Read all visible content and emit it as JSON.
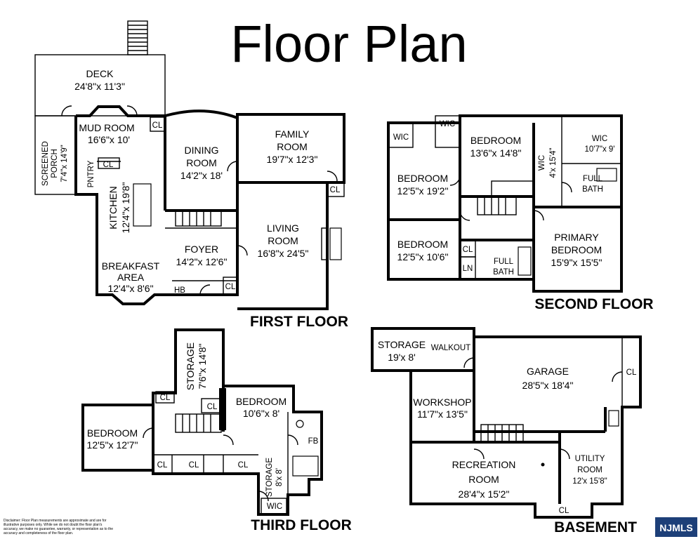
{
  "title": "Floor Plan",
  "floors": {
    "first": {
      "name": "FIRST FLOOR",
      "rooms": [
        {
          "name": "DECK",
          "dims": "24'8\"x 11'3\""
        },
        {
          "name": "MUD ROOM",
          "dims": "16'6\"x 10'"
        },
        {
          "name": "DINING ROOM",
          "dims": "14'2\"x 18'"
        },
        {
          "name": "FAMILY ROOM",
          "dims": "19'7\"x 12'3\""
        },
        {
          "name": "SCREENED PORCH",
          "dims": "7'4\"x 14'9\""
        },
        {
          "name": "PNTRY",
          "dims": ""
        },
        {
          "name": "KITCHEN",
          "dims": "12'4\"x 19'8\""
        },
        {
          "name": "LIVING ROOM",
          "dims": "16'8\"x 24'5\""
        },
        {
          "name": "FOYER",
          "dims": "14'2\"x 12'6\""
        },
        {
          "name": "BREAKFAST AREA",
          "dims": "12'4\"x 8'6\""
        }
      ],
      "tags": [
        "CL",
        "CL",
        "CL",
        "CL",
        "HB"
      ]
    },
    "second": {
      "name": "SECOND FLOOR",
      "rooms": [
        {
          "name": "BEDROOM",
          "dims": "13'6\"x 14'8\""
        },
        {
          "name": "BEDROOM",
          "dims": "12'5\"x 19'2\""
        },
        {
          "name": "WIC",
          "dims": "10'7\"x 9'"
        },
        {
          "name": "WIC",
          "dims": "4'x 15'4\""
        },
        {
          "name": "FULL BATH",
          "dims": ""
        },
        {
          "name": "BEDROOM",
          "dims": "12'5\"x 10'6\""
        },
        {
          "name": "PRIMARY BEDROOM",
          "dims": "15'9\"x 15'5\""
        },
        {
          "name": "FULL BATH",
          "dims": ""
        }
      ],
      "tags": [
        "WIC",
        "WIC",
        "CL",
        "LN"
      ]
    },
    "third": {
      "name": "THIRD FLOOR",
      "rooms": [
        {
          "name": "STORAGE",
          "dims": "7'6\"x 14'8\""
        },
        {
          "name": "BEDROOM",
          "dims": "10'6\"x 8'"
        },
        {
          "name": "BEDROOM",
          "dims": "12'5\"x 12'7\""
        },
        {
          "name": "STORAGE",
          "dims": "8'x 8'"
        }
      ],
      "tags": [
        "CL",
        "CL",
        "CL",
        "CL",
        "CL",
        "FB",
        "WIC"
      ]
    },
    "basement": {
      "name": "BASEMENT",
      "rooms": [
        {
          "name": "STORAGE",
          "dims": "19'x 8'"
        },
        {
          "name": "GARAGE",
          "dims": "28'5\"x 18'4\""
        },
        {
          "name": "WORKSHOP",
          "dims": "11'7\"x 13'5\""
        },
        {
          "name": "RECREATION ROOM",
          "dims": "28'4\"x 15'2\""
        },
        {
          "name": "UTILITY ROOM",
          "dims": "12'x 15'8\""
        }
      ],
      "tags": [
        "WALKOUT",
        "CL",
        "CL"
      ]
    }
  },
  "disclaimer": [
    "Disclaimer: Floor Plan measurements are approximate and are for",
    "illustrative purposes only. While we do not doubt the floor plan's",
    "accuracy, we make no guarantee, warranty, or representation as to the",
    "accuracy and completeness of the floor plan."
  ],
  "logo": "NJMLS"
}
